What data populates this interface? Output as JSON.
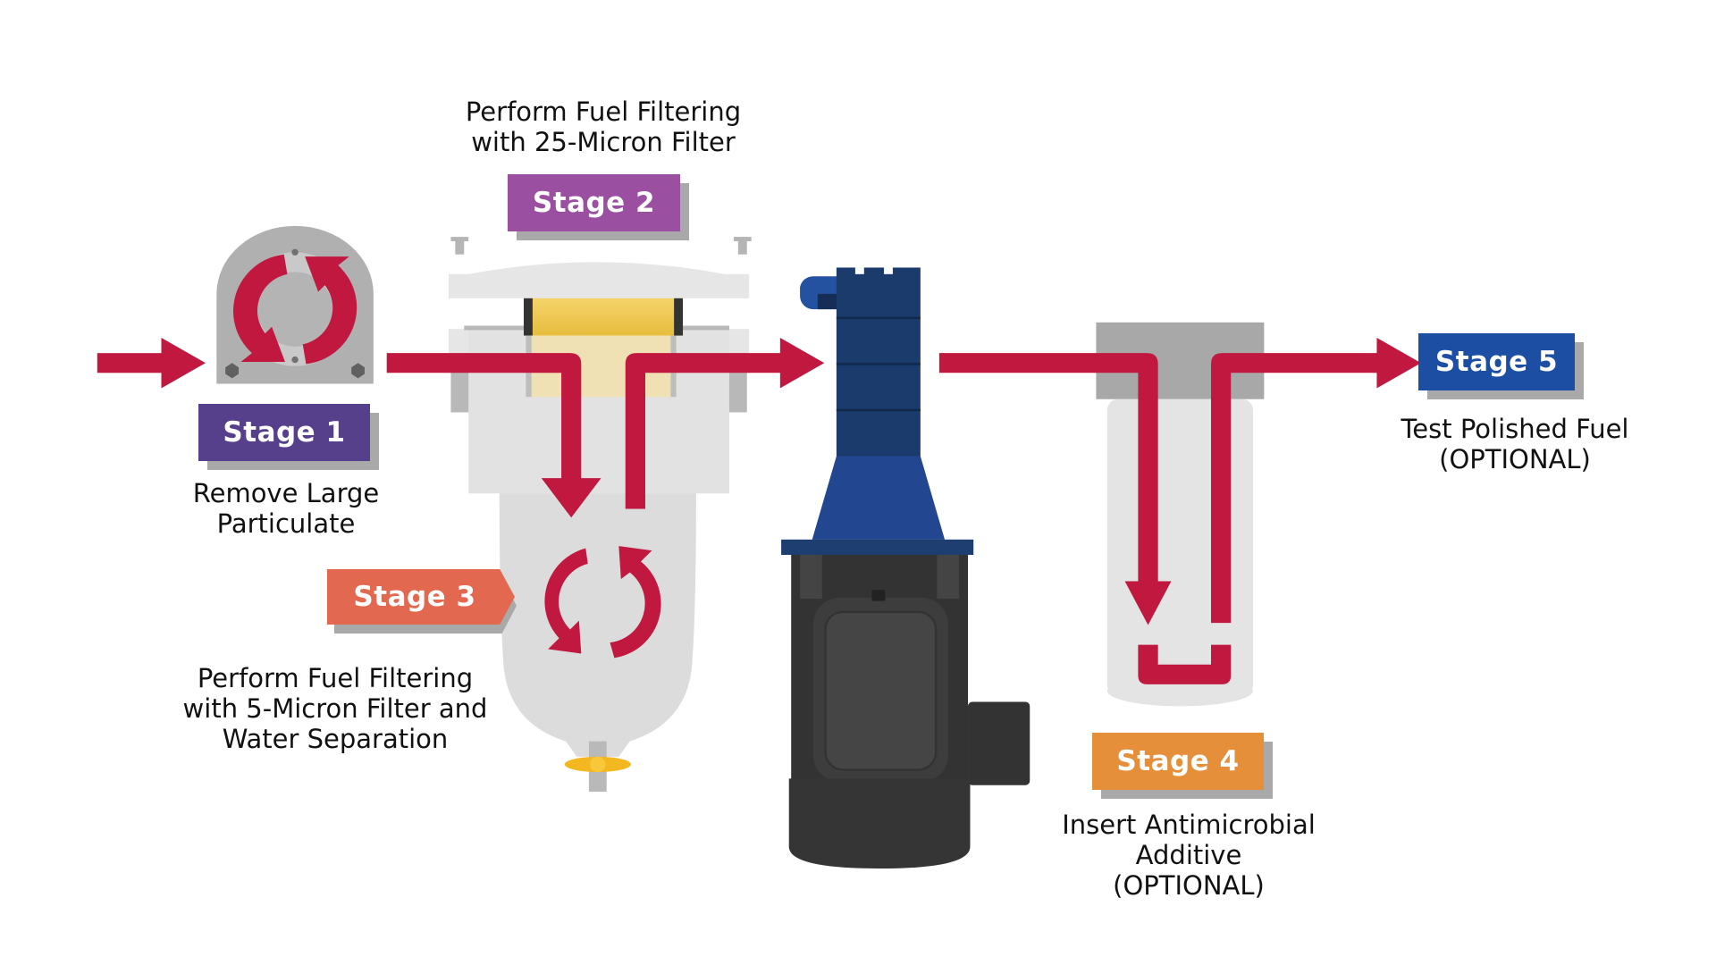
{
  "title": "Fuel Polishing Process",
  "colors": {
    "flow_arrow": "#c0183f",
    "stage1": "#563f8b",
    "stage2": "#9a4fa0",
    "stage3": "#e2694f",
    "stage4": "#e68f3b",
    "stage5": "#1c4fa3",
    "pump_blue_dark": "#193a6b",
    "pump_blue": "#224590",
    "pump_black": "#333333",
    "housing_light": "#e4e4e4",
    "housing_gray": "#a8a8a8",
    "filter_yellow": "#f0c94f"
  },
  "stages": [
    {
      "id": "stage1",
      "label": "Stage 1",
      "description": "Remove Large\nParticulate",
      "icon": "rotary-pump-icon"
    },
    {
      "id": "stage2",
      "label": "Stage 2",
      "description": "Perform Fuel Filtering\nwith 25-Micron Filter",
      "icon": "filter-element-icon"
    },
    {
      "id": "stage3",
      "label": "Stage 3",
      "description": "Perform Fuel Filtering\nwith 5-Micron Filter and\nWater Separation",
      "icon": "water-separator-bowl-icon"
    },
    {
      "id": "stage4",
      "label": "Stage 4",
      "description": "Insert Antimicrobial\nAdditive\n(OPTIONAL)",
      "icon": "additive-canister-icon"
    },
    {
      "id": "stage5",
      "label": "Stage 5",
      "description": "Test Polished Fuel\n(OPTIONAL)",
      "icon": "output-arrow-icon"
    }
  ]
}
